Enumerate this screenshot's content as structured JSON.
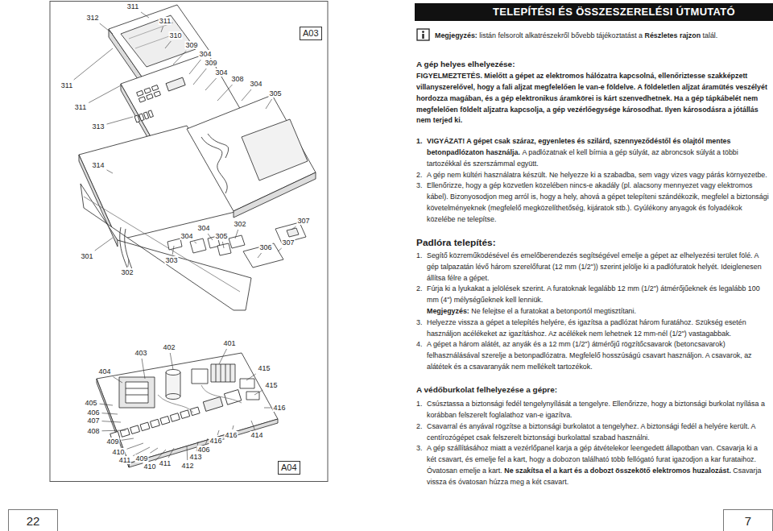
{
  "diagram": {
    "title": "TELEPÍTÉSI ÉS ÖSSZESZERELÉSI ÚTMUTATÓ",
    "nodes": [
      {
        "text": [
          "A03"
        ]
      },
      {
        "text": [
          "A04"
        ]
      },
      {
        "text": [
          "22"
        ]
      },
      {
        "text": [
          "7"
        ]
      }
    ],
    "labels": [
      "312",
      "311",
      "311",
      "310",
      "309",
      "304",
      "309",
      "304",
      "308",
      "304",
      "305",
      "311",
      "311",
      "313",
      "314",
      "301",
      "302",
      "303",
      "304",
      "304",
      "305",
      "302",
      "306",
      "307",
      "307",
      "403",
      "402",
      "401",
      "404",
      "415",
      "415",
      "416",
      "405",
      "406",
      "407",
      "408",
      "409",
      "410",
      "411",
      "409",
      "410",
      "411",
      "412",
      "413",
      "406",
      "416",
      "416",
      "414",
      "Megjegyzés:",
      "listán felsorolt alkatrészekről bővebb tájékoztatást a",
      "Részletes rajzon",
      "talál.",
      "A gép helyes elhelyezése:",
      "FIGYELMEZTETÉS. Mielőtt a gépet az elektromos hálózatra kapcsolná, ellenőriztesse szakképzett villanyszerelővel, hogy a fali aljzat megfelelően le van-e földelve. A földeletlen aljzat áramütés veszélyét hordozza magában, és a gép elektronikus áramkörei is kárt szenvedhetnek. Ha a gép tápkábelét nem megfelelően földelt aljzatra kapcsolja, a gép vezérlőegysége károsodhat. Ilyen károsodásra a jótállás nem terjed ki.",
      "1.",
      "VIGYÁZAT! A gépet csak száraz, egyenletes és szilárd, szennyeződéstől és olajtól mentes betonpadlózaton használja.",
      "A padlózatnak el kell bírnia a gép súlyát, az abroncsok súlyát a többi tartozékkal és szerszámmal együtt.",
      "2.",
      "A gép nem kültéri használatra készült. Ne helyezze ki a szabadba, sem vagy vizes vagy párás környezetbe.",
      "3.",
      "Ellenőrizze, hogy a gép közvetlen közelében nincs-e akadály (pl. alacsony mennyezet vagy elektromos kábel). Bizonyosodjon meg arról is, hogy a hely, ahová a gépet telepíteni szándékozik, megfelel a biztonsági követelményeknek (megfelelő megközelíthetőség, kijáratok stb.). Gyúlékony anyagok és folyadékok közelébe ne telepítse.",
      "Padlóra telepítés:",
      "1.",
      "Segítő közreműködésével és emelőberendezés segítségével emelje a gépet az elhelyezési terület fölé. A gép talpazatán lévő három szerelőfurat (12 mm (1/2\")) szerint jelölje ki a padlófuratok helyét. Ideiglenesen állítsa félre a gépet.",
      "2.",
      "Fúrja ki a lyukakat a jelölések szerint. A furatoknak legalább 12 mm (1/2\") átmérőjűeknek és legalább 100 mm (4\") mélységűeknek kell lenniük.",
      "Megjegyzés:",
      "Ne felejtse el a furatokat a betonportól megtisztítani.",
      "3.",
      "Helyezze vissza a gépet a telepítés helyére, és igazítsa a padlózat három furatához. Szükség esetén használjon acélékeket az igazításhoz. Az acélékek nem lehetnek 12 mm-nél (1/2\") vastagabbak.",
      "4.",
      "A gépet a három alátét, az anyák és a 12 mm (1/2\") átmérőjű rögzítőcsavarok (betoncsavarok) felhasználásával szerelje a betonpadlózatra. Megfelelő hosszúságú csavart használjon. A csavarok, az alátétek és a csavaranyák nem mellékelt tartozékok.",
      "A védőburkolat felhelyezése a gépre:",
      "1.",
      "Csúsztassa a biztonsági fedél tengelynyílását a tengelyre. Ellenőrizze, hogy a biztonsági burkolat nyílása a korábban felszerelt foglalathoz van-e igazítva.",
      "2.",
      "Csavarral és anyával rögzítse a biztonsági burkolatot a tengelyhez. A biztonsági fedél a helyére került. A centírozógépet csak felszerelt biztonsági burkolattal szabad használni.",
      "3.",
      "A gép szállításához miatt a vezérlőpanel karja a gép átvételekor leengedett állapotban van. Csavarja ki a két csavart, és emelje fel a kart, hogy a dobozon található több fellógató furat igazodjon a kar furataihoz. Óvatosan emelje a kart.",
      "Ne szakítsa el a kart és a dobozt összekötő elektromos huzalozást.",
      "Csavarja vissza és óvatosan húzza meg a két csavart."
    ]
  }
}
